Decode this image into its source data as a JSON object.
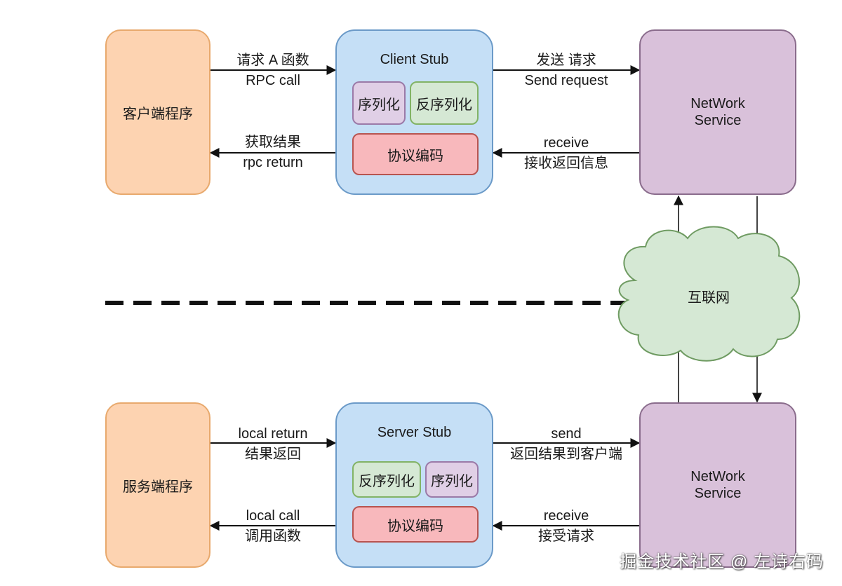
{
  "client": {
    "app_label": "客户端程序",
    "stub_title": "Client  Stub",
    "serialize": "序列化",
    "deserialize": "反序列化",
    "protocol": "协议编码",
    "network": [
      "NetWork",
      "Service"
    ],
    "call_label": [
      "请求 A 函数",
      "RPC  call"
    ],
    "return_label": [
      "获取结果",
      "rpc return"
    ],
    "send_label": [
      "发送 请求",
      "Send request"
    ],
    "receive_label": [
      "receive",
      "接收返回信息"
    ]
  },
  "internet_label": "互联网",
  "server": {
    "app_label": "服务端程序",
    "stub_title": "Server  Stub",
    "deserialize": "反序列化",
    "serialize": "序列化",
    "protocol": "协议编码",
    "network": [
      "NetWork",
      "Service"
    ],
    "return_label": [
      "local return",
      "结果返回"
    ],
    "call_label": [
      "local call",
      "调用函数"
    ],
    "send_label": [
      "send",
      "返回结果到客户端"
    ],
    "receive_label": [
      "receive",
      "接受请求"
    ]
  },
  "watermark": "掘金技术社区 @ 左诗右码",
  "colors": {
    "app_fill": "#fdd3b1",
    "stub_fill": "#c5dff6",
    "network_fill": "#d9c1da",
    "cloud_fill": "#d5e8d4",
    "serialize_fill": "#e0cfe6",
    "deserialize_fill": "#d5e8d4",
    "protocol_fill": "#f8b8bc"
  }
}
